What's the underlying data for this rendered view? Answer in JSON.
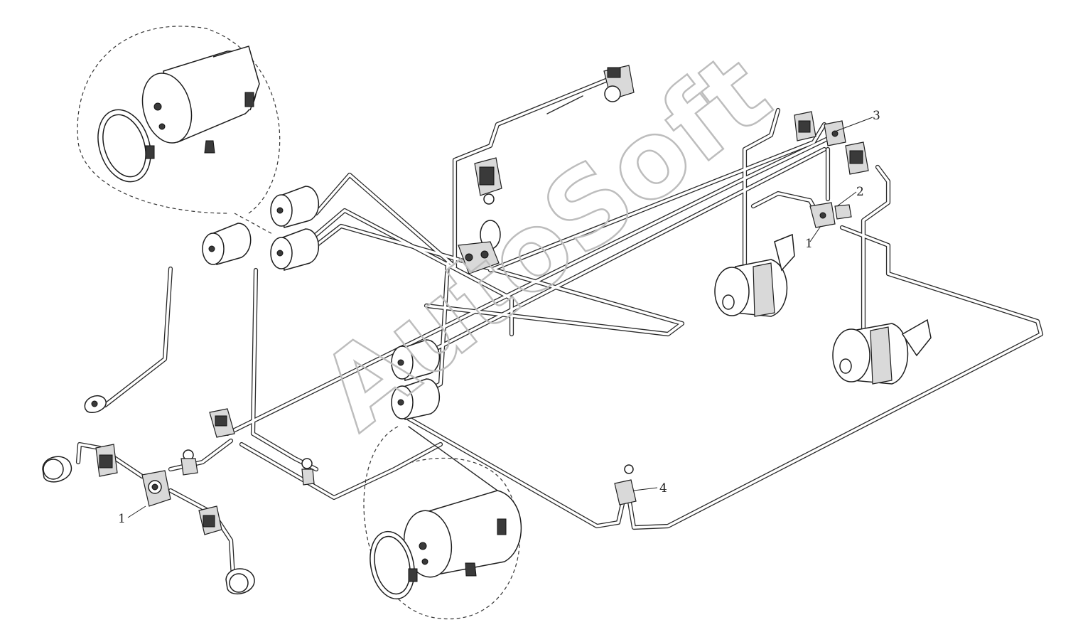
{
  "watermark": "AutoSoft",
  "callouts": {
    "c1_left": "1",
    "c1_right": "1",
    "c2": "2",
    "c3": "3",
    "c4": "4"
  },
  "icons": [
    "air-tank-icon",
    "brake-chamber-icon",
    "valve-icon",
    "compressor-icon",
    "mounting-strap-icon"
  ]
}
